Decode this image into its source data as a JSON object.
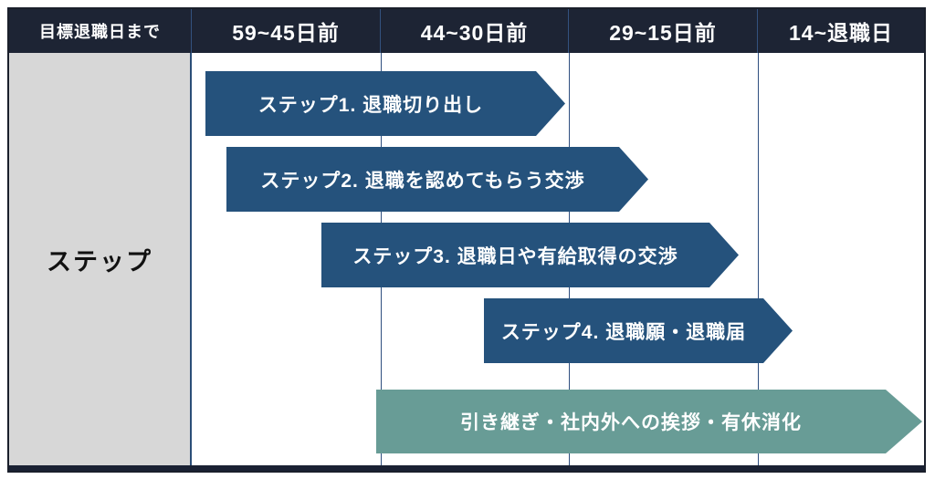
{
  "table": {
    "header": {
      "label_col": "目標退職日まで",
      "columns": [
        "59~45日前",
        "44~30日前",
        "29~15日前",
        "14~退職日"
      ]
    },
    "row_label": "ステップ",
    "steps": [
      {
        "label": "ステップ1. 退職切り出し",
        "color": "#25527c"
      },
      {
        "label": "ステップ2. 退職を認めてもらう交渉",
        "color": "#25527c"
      },
      {
        "label": "ステップ3. 退職日や有給取得の交渉",
        "color": "#25527c"
      },
      {
        "label": "ステップ4. 退職願・退職届",
        "color": "#25527c"
      },
      {
        "label": "引き継ぎ・社内外への挨拶・有休消化",
        "color": "#689c96"
      }
    ],
    "colors": {
      "header_bg": "#1d2434",
      "header_text": "#ffffff",
      "label_col_bg": "#d7d7d7",
      "step_arrow": "#25527c",
      "final_arrow": "#689c96",
      "grid_line": "#2f4f7f",
      "outer_border": "#1a1f2b"
    }
  }
}
